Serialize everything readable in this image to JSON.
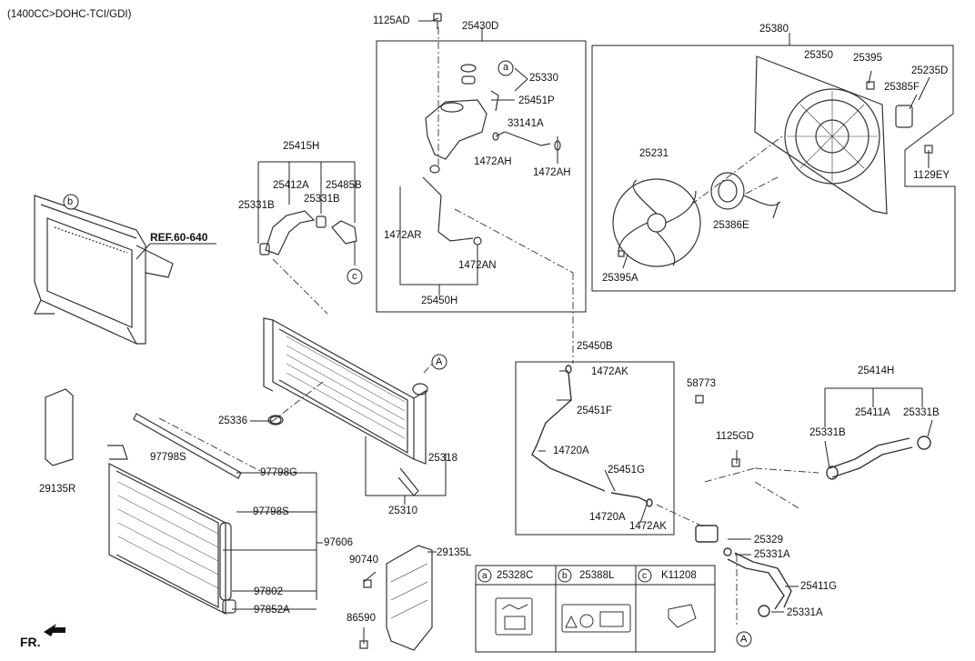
{
  "header": {
    "engine_note": "(1400CC>DOHC-TCI/GDI)"
  },
  "front_marker": {
    "text": "FR."
  },
  "reference": {
    "text": "REF.60-640"
  },
  "circle_refs": {
    "a": "a",
    "b": "b",
    "c": "c",
    "A": "A"
  },
  "parts": {
    "p1125AD": "1125AD",
    "p25430D": "25430D",
    "p25330": "25330",
    "p25451P": "25451P",
    "p33141A": "33141A",
    "p1472AH_1": "1472AH",
    "p1472AH_2": "1472AH",
    "p1472AR": "1472AR",
    "p1472AN": "1472AN",
    "p25450H": "25450H",
    "p25415H": "25415H",
    "p25412A": "25412A",
    "p25485B": "25485B",
    "p25331B_1": "25331B",
    "p25331B_2": "25331B",
    "p25380": "25380",
    "p25350": "25350",
    "p25395": "25395",
    "p25235D": "25235D",
    "p25385F": "25385F",
    "p1129EY": "1129EY",
    "p25231": "25231",
    "p25386E": "25386E",
    "p25395A": "25395A",
    "p25336": "25336",
    "p25318": "25318",
    "p25310": "25310",
    "p29135R": "29135R",
    "p97798S_1": "97798S",
    "p97798G": "97798G",
    "p97798S_2": "97798S",
    "p97606": "97606",
    "p97802": "97802",
    "p97852A": "97852A",
    "p90740": "90740",
    "p29135L": "29135L",
    "p86590": "86590",
    "p25450B": "25450B",
    "p1472AK_1": "1472AK",
    "p25451F": "25451F",
    "p14720A_1": "14720A",
    "p25451G": "25451G",
    "p14720A_2": "14720A",
    "p1472AK_2": "1472AK",
    "p58773": "58773",
    "p1125GD": "1125GD",
    "p25414H": "25414H",
    "p25411A": "25411A",
    "p25331B_3": "25331B",
    "p25331B_4": "25331B",
    "p25329": "25329",
    "p25331A_1": "25331A",
    "p25411G": "25411G",
    "p25331A_2": "25331A"
  },
  "legend": {
    "cells": [
      {
        "ref": "a",
        "code": "25328C"
      },
      {
        "ref": "b",
        "code": "25388L"
      },
      {
        "ref": "c",
        "code": "K11208"
      }
    ]
  }
}
